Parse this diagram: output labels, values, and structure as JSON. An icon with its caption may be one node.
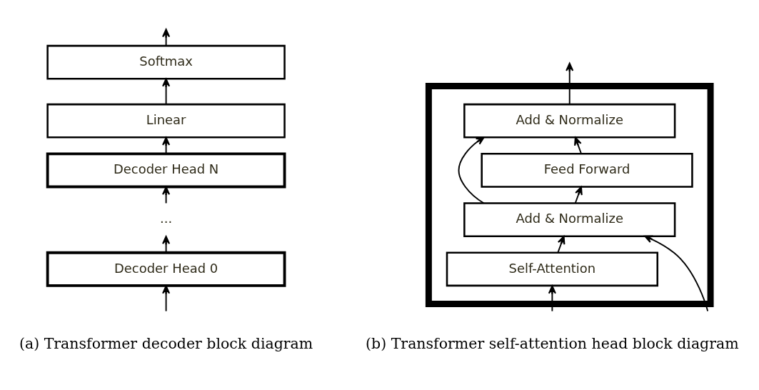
{
  "diagram": {
    "nodes": [
      {
        "text": [
          "Softmax"
        ]
      },
      {
        "text": [
          "Linear"
        ]
      },
      {
        "text": [
          "Decoder Head N"
        ]
      },
      {
        "text": [
          "..."
        ]
      },
      {
        "text": [
          "Decoder Head 0"
        ]
      },
      {
        "text": [],
        "shape": "box"
      },
      {
        "text": [
          "Add & Normalize"
        ],
        "in": 5
      },
      {
        "text": [
          "Feed Forward"
        ],
        "in": 5
      },
      {
        "text": [
          "Add & Normalize"
        ],
        "in": 5
      },
      {
        "text": [
          "Self-Attention"
        ],
        "in": 5
      }
    ],
    "edges": [
      {
        "from": null,
        "to": 4,
        "arrow": "to"
      },
      {
        "from": 4,
        "to": 3,
        "arrow": "to"
      },
      {
        "from": 3,
        "to": 2,
        "arrow": "to"
      },
      {
        "from": 2,
        "to": 1,
        "arrow": "to"
      },
      {
        "from": 1,
        "to": 0,
        "arrow": "to"
      },
      {
        "from": 0,
        "to": null,
        "arrow": "to"
      },
      {
        "from": null,
        "to": 9,
        "arrow": "to"
      },
      {
        "from": null,
        "to": 8,
        "arrow": "to"
      },
      {
        "from": 9,
        "to": 8,
        "arrow": "to"
      },
      {
        "from": 8,
        "to": 7,
        "arrow": "to"
      },
      {
        "from": 8,
        "to": 6,
        "arrow": "to"
      },
      {
        "from": 7,
        "to": 6,
        "arrow": "to"
      },
      {
        "from": 6,
        "to": null,
        "arrow": "to"
      }
    ],
    "labels": [
      "(a) Transformer decoder block diagram",
      "(b) Transformer self-attention head block diagram"
    ]
  }
}
